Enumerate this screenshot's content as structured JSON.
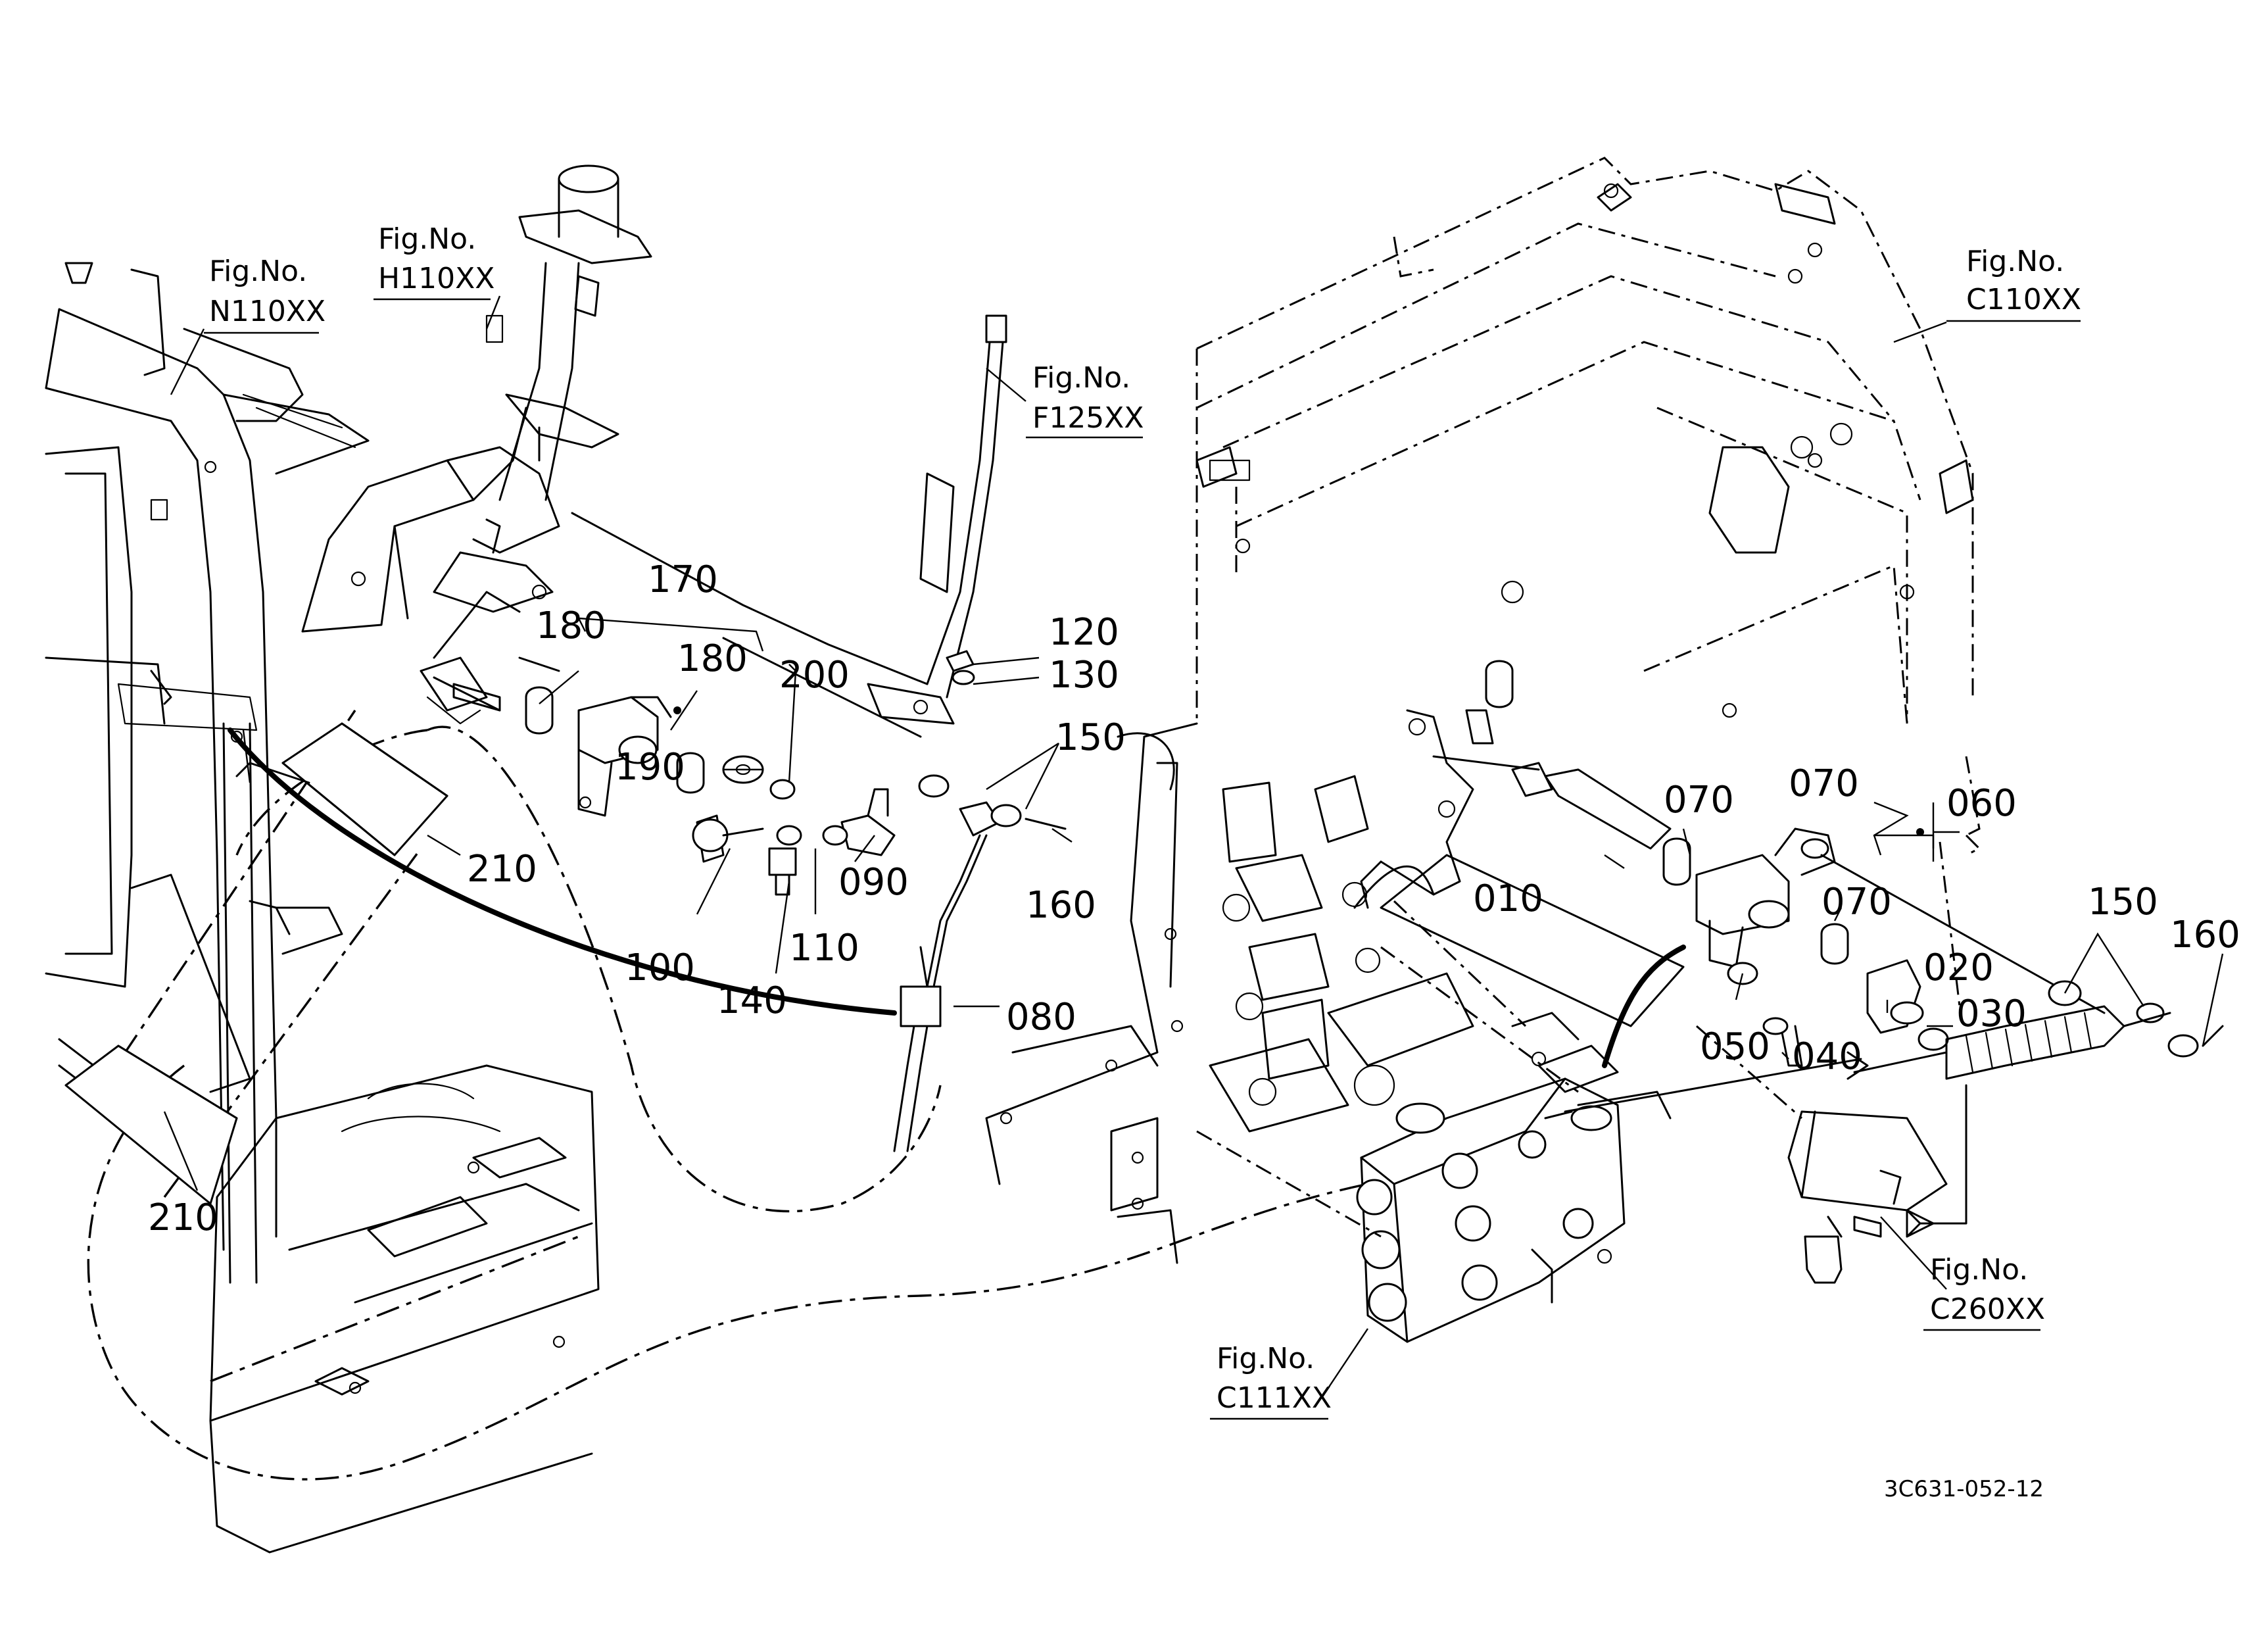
{
  "figure_code": "3C631-052-12",
  "fig_refs": [
    {
      "top": "Fig.No.",
      "bottom": "N110XX"
    },
    {
      "top": "Fig.No.",
      "bottom": "H110XX"
    },
    {
      "top": "Fig.No.",
      "bottom": "F125XX"
    },
    {
      "top": "Fig.No.",
      "bottom": "C110XX"
    },
    {
      "top": "Fig.No.",
      "bottom": "C260XX"
    },
    {
      "top": "Fig.No.",
      "bottom": "C111XX"
    }
  ],
  "parts": [
    "170",
    "180",
    "180",
    "200",
    "120",
    "130",
    "150",
    "190",
    "090",
    "160",
    "210",
    "100",
    "140",
    "110",
    "080",
    "210",
    "010",
    "070",
    "070",
    "060",
    "070",
    "020",
    "030",
    "150",
    "160",
    "050",
    "040"
  ]
}
